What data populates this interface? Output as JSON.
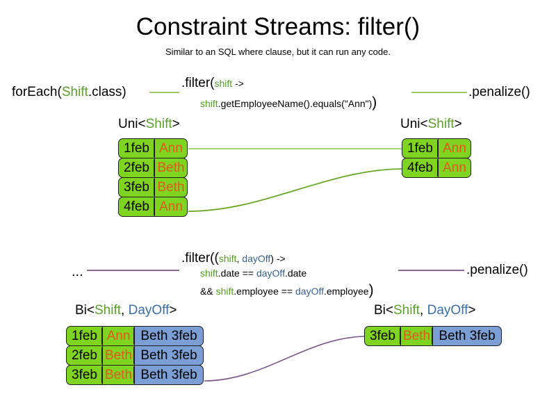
{
  "slide": {
    "title": "Constraint Streams: filter()",
    "subtitle": "Similar to an SQL where clause, but it can run any code."
  },
  "colors": {
    "green_fill": "#7fd321",
    "blue_fill": "#7b9fd4",
    "name_text": "#e2571e",
    "green_ident": "#4f9c20",
    "blue_ident": "#38618f",
    "green_link": "#78b833",
    "purple_link": "#7a5386",
    "box_border": "#1d1d1d"
  },
  "pipeline_one": {
    "source": {
      "prefix": "forEach(",
      "type": "Shift",
      "suffix": ".class)"
    },
    "filter": {
      "line1_prefix": ".filter(",
      "line1_param": "shift",
      "line1_suffix": " ->",
      "line2_param": "shift",
      "line2_body": ".getEmployeeName().equals(\"Ann\")",
      "line2_close": ")"
    },
    "sink": ".penalize()",
    "input_group": {
      "header_prefix": "Uni<",
      "header_type": "Shift",
      "header_suffix": ">",
      "rows": [
        {
          "date": "1feb",
          "name": "Ann"
        },
        {
          "date": "2feb",
          "name": "Beth"
        },
        {
          "date": "3feb",
          "name": "Beth"
        },
        {
          "date": "4feb",
          "name": "Ann"
        }
      ]
    },
    "output_group": {
      "header_prefix": "Uni<",
      "header_type": "Shift",
      "header_suffix": ">",
      "rows": [
        {
          "date": "1feb",
          "name": "Ann"
        },
        {
          "date": "4feb",
          "name": "Ann"
        }
      ]
    }
  },
  "pipeline_two": {
    "source": "...",
    "filter": {
      "line1_prefix": ".filter((",
      "line1_param_a": "shift",
      "line1_comma": ", ",
      "line1_param_b": "dayOff",
      "line1_suffix": ") ->",
      "line2_param_a": "shift",
      "line2_mid": ".date == ",
      "line2_param_b": "dayOff",
      "line2_tail": ".date",
      "line3_and": "&& ",
      "line3_param_a": "shift",
      "line3_mid": ".employee == ",
      "line3_param_b": "dayOff",
      "line3_tail": ".employee",
      "line3_close": ")"
    },
    "sink": ".penalize()",
    "input_group": {
      "header_prefix": "Bi<",
      "header_type_a": "Shift",
      "header_comma": ", ",
      "header_type_b": "DayOff",
      "header_suffix": ">",
      "rows": [
        {
          "date": "1feb",
          "name": "Ann",
          "dayoff": "Beth 3feb"
        },
        {
          "date": "2feb",
          "name": "Beth",
          "dayoff": "Beth 3feb"
        },
        {
          "date": "3feb",
          "name": "Beth",
          "dayoff": "Beth 3feb"
        }
      ]
    },
    "output_group": {
      "header_prefix": "Bi<",
      "header_type_a": "Shift",
      "header_comma": ", ",
      "header_type_b": "DayOff",
      "header_suffix": ">",
      "rows": [
        {
          "date": "3feb",
          "name": "Beth",
          "dayoff": "Beth 3feb"
        }
      ]
    }
  }
}
